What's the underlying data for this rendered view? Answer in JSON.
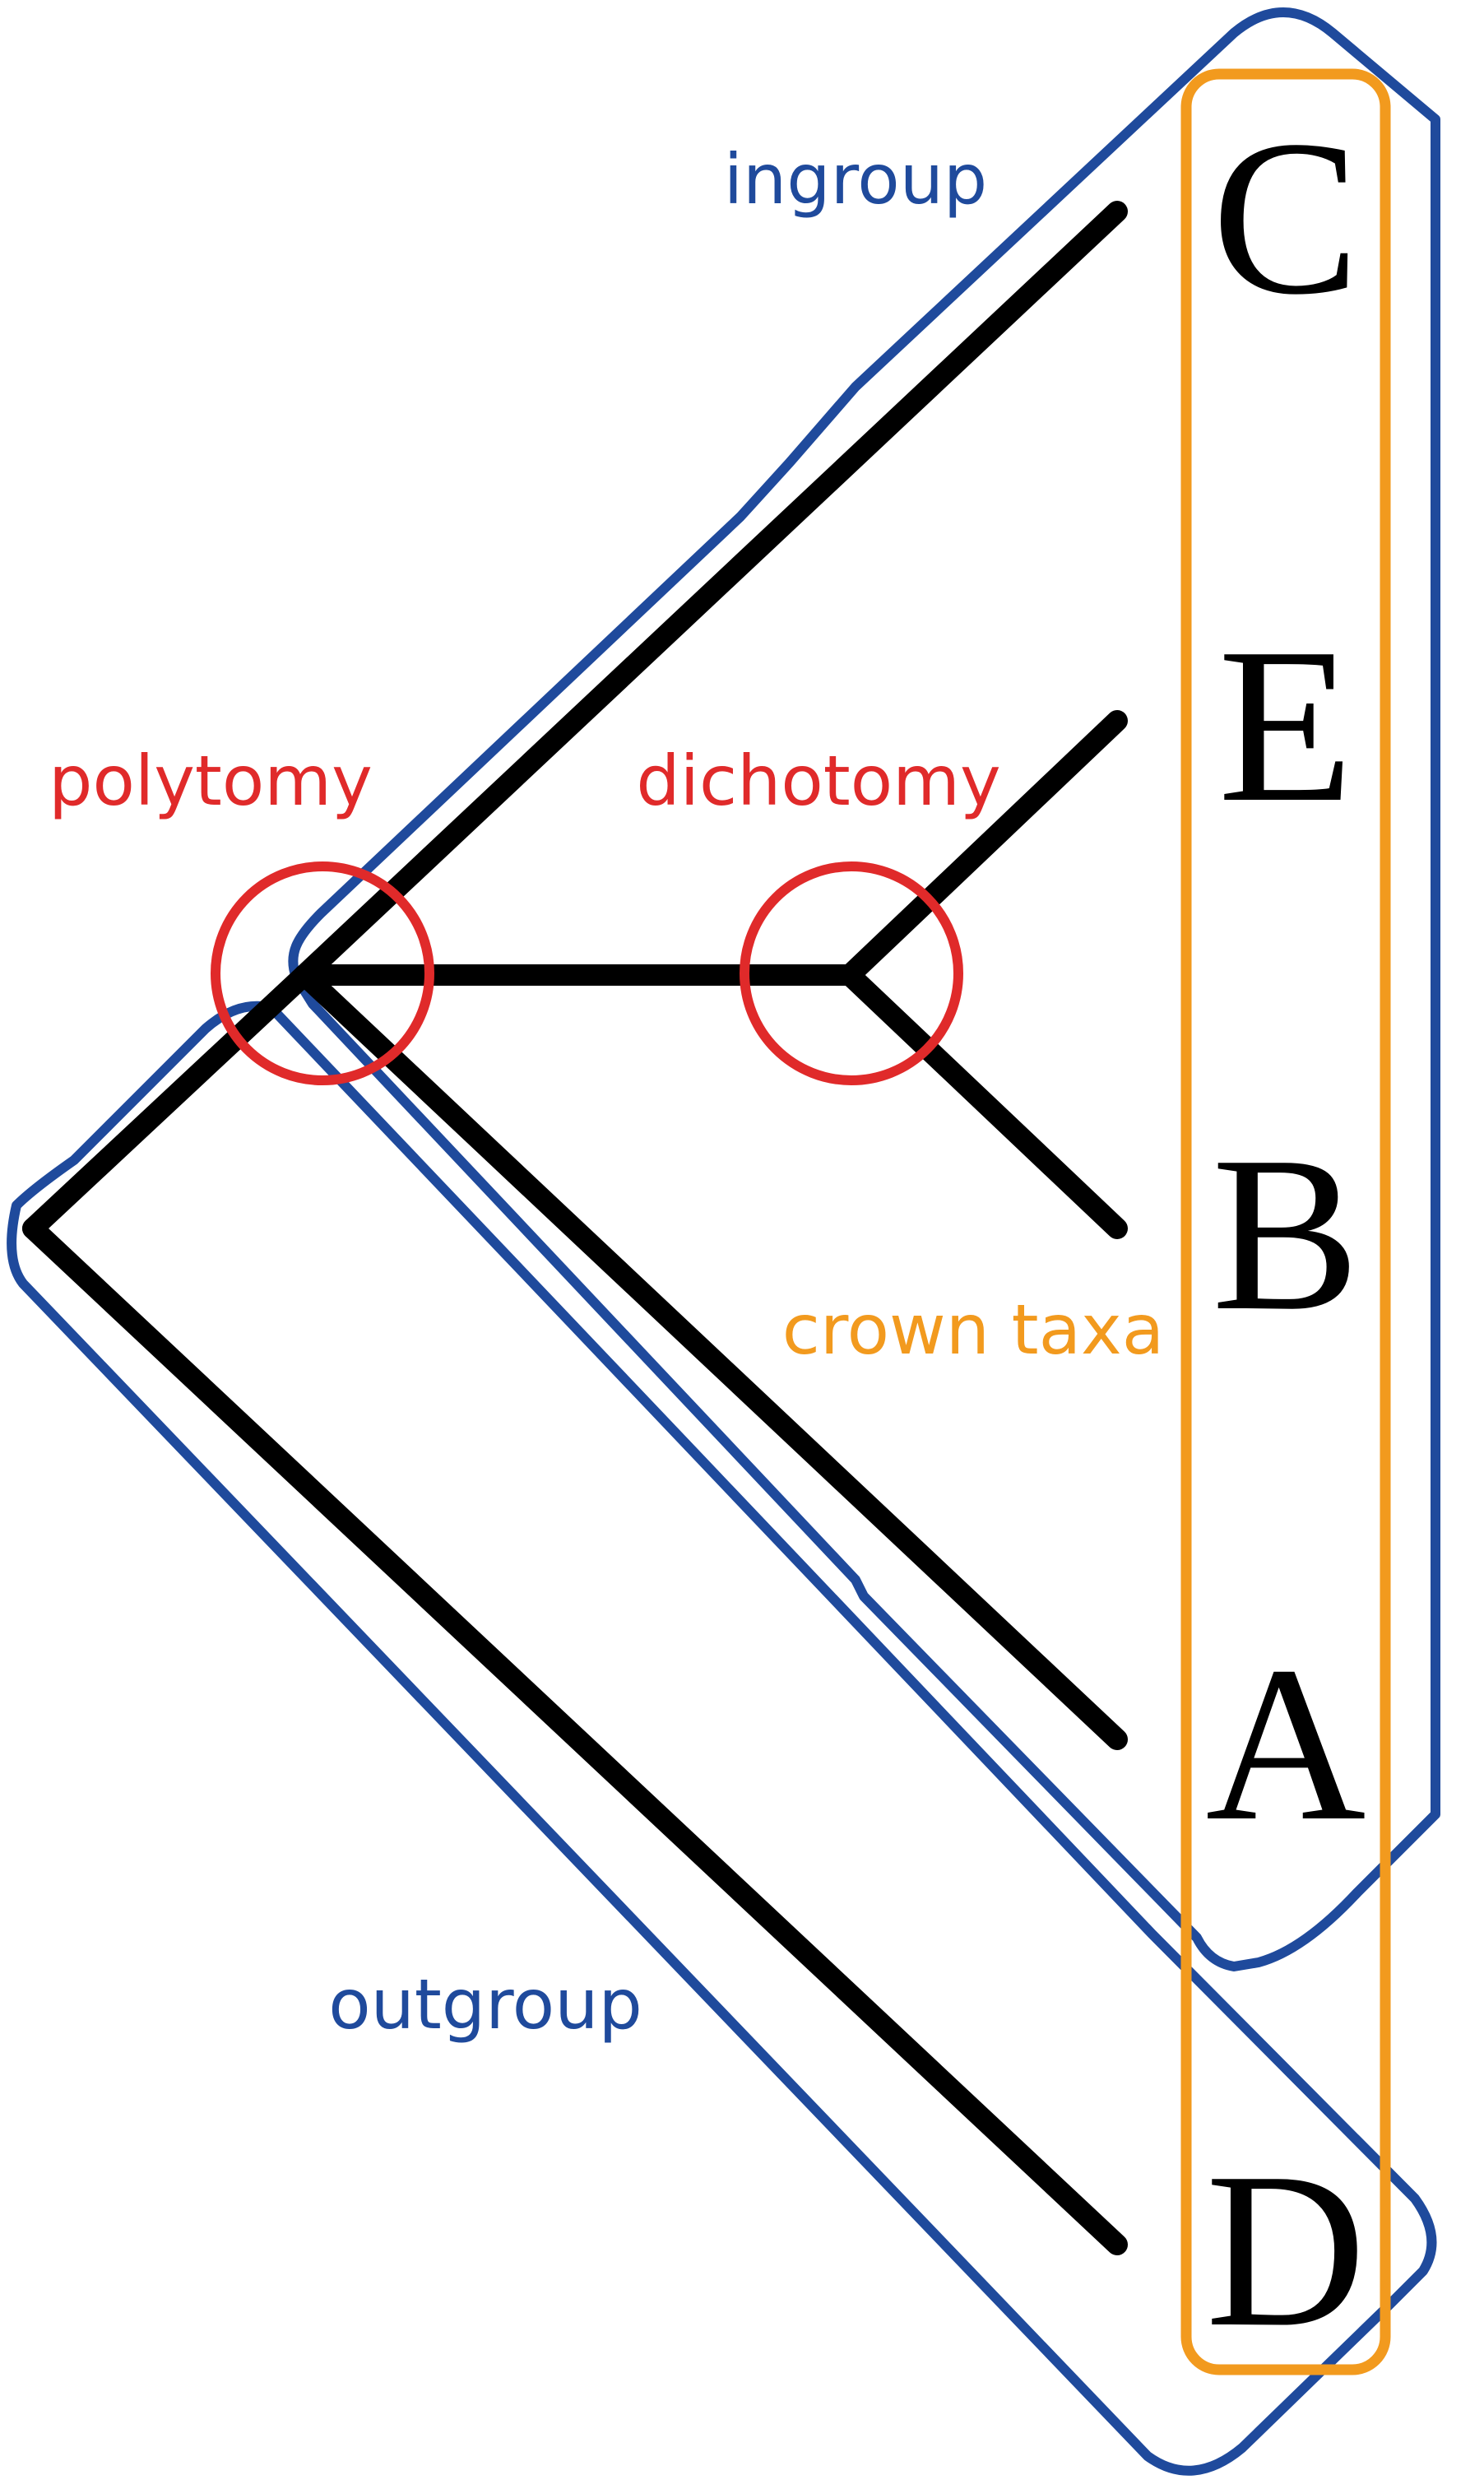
{
  "labels": {
    "ingroup": "ingroup",
    "outgroup": "outgroup",
    "polytomy": "polytomy",
    "dichotomy": "dichotomy",
    "crown_taxa": "crown taxa"
  },
  "taxa": [
    "C",
    "E",
    "B",
    "A",
    "D"
  ],
  "colors": {
    "tree": "#000000",
    "group_outline": "#1f4a9c",
    "node_marker": "#e02a2a",
    "crown_box": "#f29a1e",
    "background": "#ffffff"
  }
}
